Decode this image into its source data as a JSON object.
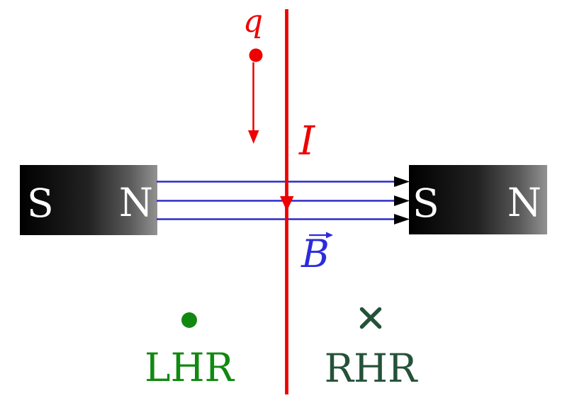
{
  "figure": {
    "background_color": "#ffffff",
    "colors": {
      "current_red": "#ee0000",
      "field_line_blue": "#2b2bc8",
      "field_label_blue": "#2b2bdd",
      "field_arrowhead_black": "#000000",
      "magnet_dark": "#000000",
      "magnet_light": "#909090",
      "magnet_label_white": "#ffffff",
      "lhr_green": "#118911",
      "rhr_dark_green": "#245239"
    },
    "charge": {
      "label": "q"
    },
    "current": {
      "label": "I"
    },
    "field": {
      "label": "B"
    },
    "magnets": {
      "left": {
        "south_label": "S",
        "north_label": "N"
      },
      "right": {
        "south_label": "S",
        "north_label": "N"
      }
    },
    "rules": {
      "left_hand_rule_label": "LHR",
      "right_hand_rule_label": "RHR"
    }
  }
}
